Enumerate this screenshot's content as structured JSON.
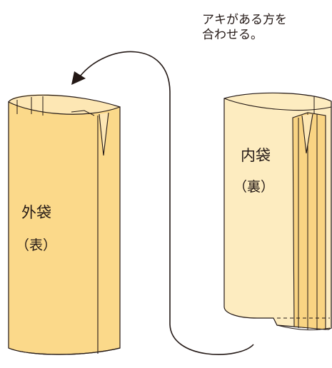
{
  "instruction": {
    "line1": "アキがある方を",
    "line2": "合わせる。"
  },
  "outer_bag": {
    "name": "外袋",
    "side": "（表）"
  },
  "inner_bag": {
    "name": "内袋",
    "side": "（裏）"
  },
  "colors": {
    "outer_fill": "#fbd98a",
    "outer_inside": "#fde7b4",
    "inner_fill": "#fdecc0",
    "inner_band": "#f9d483",
    "stroke": "#231815"
  }
}
